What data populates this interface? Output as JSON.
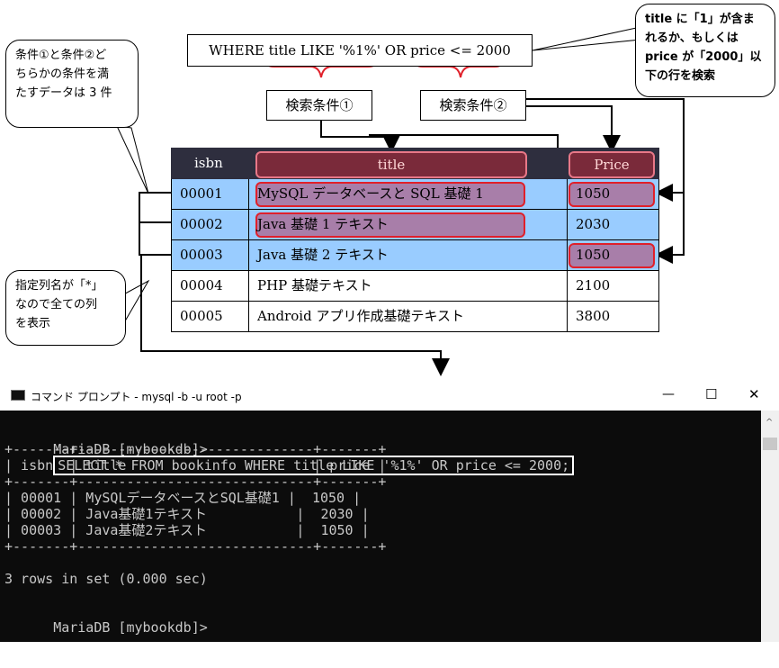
{
  "diagram": {
    "sql_text": "WHERE title LIKE '%1%' OR price <= 2000",
    "cond1_label": "検索条件①",
    "cond2_label": "検索条件②",
    "callout_left_top": [
      "条件①と条件②ど",
      "ちらかの条件を満",
      "たすデータは 3 件"
    ],
    "callout_right_top": [
      "title に「1」が含ま",
      "れるか、もしくは",
      "price が「2000」以",
      "下の行を検索"
    ],
    "callout_left_bottom": [
      "指定列名が「*」",
      "なので全ての列",
      "を表示"
    ]
  },
  "table": {
    "headers": [
      "isbn",
      "title",
      "Price"
    ],
    "rows": [
      {
        "isbn": "00001",
        "title": "MySQL データベースと SQL 基礎 1",
        "price": "1050"
      },
      {
        "isbn": "00002",
        "title": "Java 基礎 1 テキスト",
        "price": "2030"
      },
      {
        "isbn": "00003",
        "title": "Java 基礎 2 テキスト",
        "price": "1050"
      },
      {
        "isbn": "00004",
        "title": "PHP 基礎テキスト",
        "price": "2100"
      },
      {
        "isbn": "00005",
        "title": "Android アプリ作成基礎テキスト",
        "price": "3800"
      }
    ]
  },
  "window": {
    "title": "コマンド プロンプト - mysql  -b -u root -p",
    "minimize": "—",
    "maximize": "☐",
    "close": "✕"
  },
  "console": {
    "prompt": "MariaDB [mybookdb]>",
    "command": "SELECT * FROM bookinfo WHERE title LIKE '%1%' OR price <= 2000;",
    "sep": "+-------+-----------------------------+-------+",
    "header": "| isbn  | title                       | price |",
    "rows": [
      "| 00001 | MySQLデータベースとSQL基礎1 |  1050 |",
      "| 00002 | Java基礎1テキスト           |  2030 |",
      "| 00003 | Java基礎2テキスト           |  1050 |"
    ],
    "result": "3 rows in set (0.000 sec)",
    "prompt2": "MariaDB [mybookdb]>"
  }
}
